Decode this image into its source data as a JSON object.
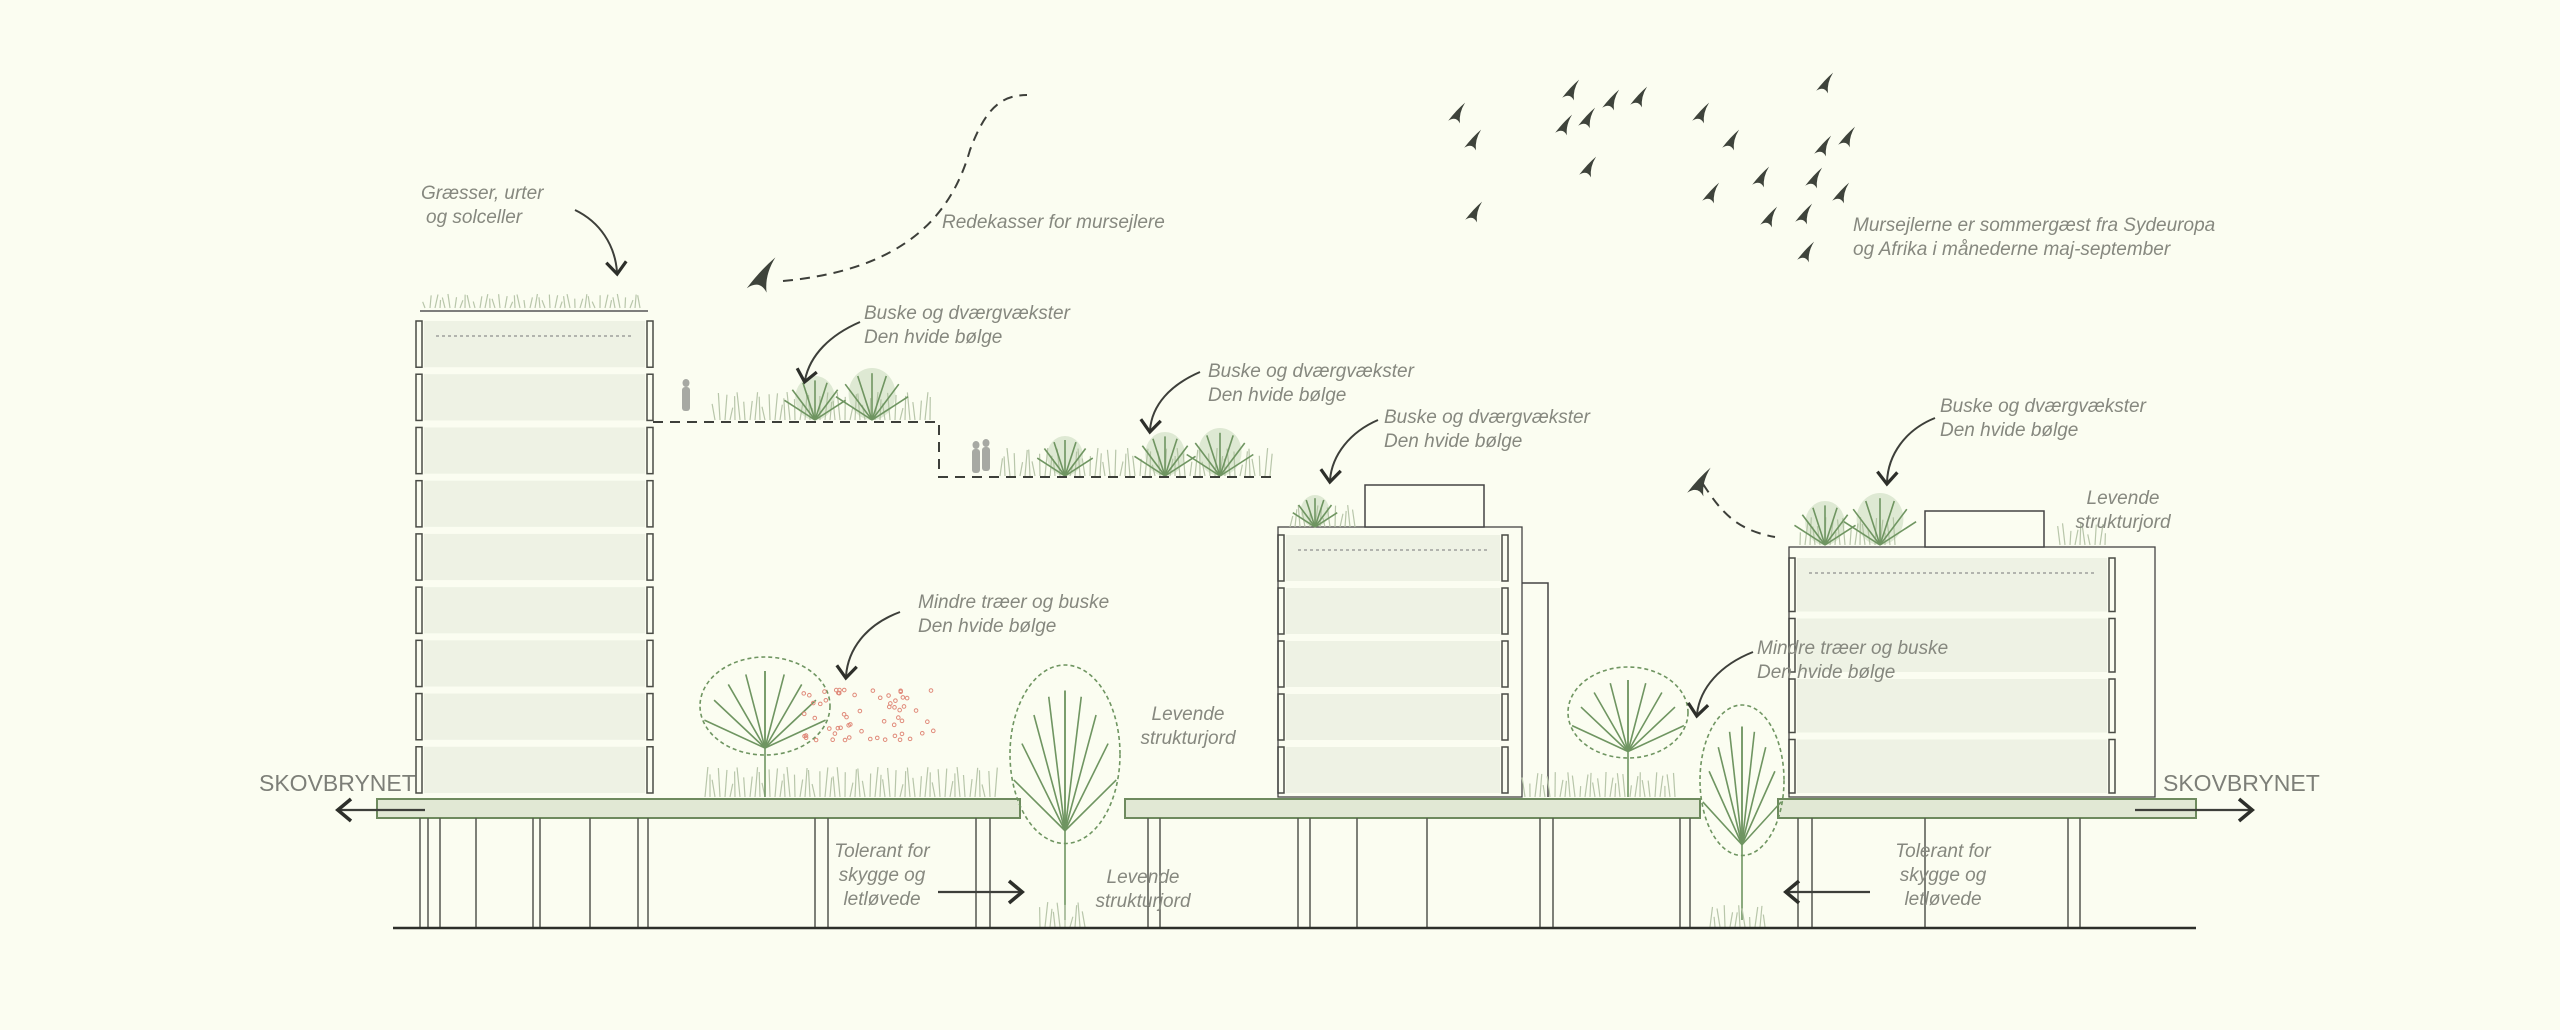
{
  "labels": {
    "roof_left": [
      "Græsser, urter",
      "og solceller"
    ],
    "nest_boxes": "Redekasser for mursejlere",
    "swifts_info": [
      "Mursejlerne er sommergæst fra Sydeuropa",
      "og Afrika i månederne maj-september"
    ],
    "shrubs_1": [
      "Buske og dværgvækster",
      "Den hvide bølge"
    ],
    "shrubs_2": [
      "Buske og dværgvækster",
      "Den hvide bølge"
    ],
    "shrubs_3": [
      "Buske og dværgvækster",
      "Den hvide bølge"
    ],
    "shrubs_4": [
      "Buske og dværgvækster",
      "Den hvide bølge"
    ],
    "trees_1": [
      "Mindre træer og buske",
      "Den hvide bølge"
    ],
    "trees_2": [
      "Mindre træer og buske",
      "Den hvide bølge"
    ],
    "soil_roof": [
      "Levende",
      "strukturjord"
    ],
    "soil_mid": [
      "Levende",
      "strukturjord"
    ],
    "soil_ground": [
      "Levende",
      "strukturjord"
    ],
    "tolerant_1": [
      "Tolerant for",
      "skygge og",
      "letløvede"
    ],
    "tolerant_2": [
      "Tolerant for",
      "skygge og",
      "letløvede"
    ],
    "edge_left": "SKOVBRYNET",
    "edge_right": "SKOVBRYNET"
  },
  "colors": {
    "background": "#fbfdf1",
    "vegetation": "#6f9561",
    "blossom": "#e08a7a",
    "text": "#86887f"
  }
}
